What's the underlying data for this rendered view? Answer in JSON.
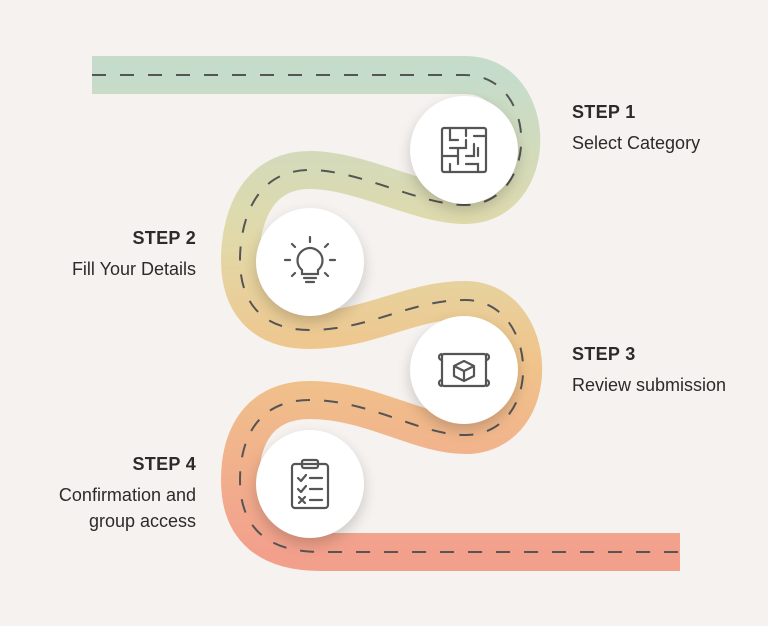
{
  "steps": [
    {
      "title": "STEP 1",
      "description": "Select Category",
      "icon": "maze-icon"
    },
    {
      "title": "STEP 2",
      "description": "Fill Your Details",
      "icon": "lightbulb-icon"
    },
    {
      "title": "STEP 3",
      "description": "Review submission",
      "icon": "blueprint-cube-icon"
    },
    {
      "title": "STEP 4",
      "description": "Confirmation and group access",
      "description_lines": [
        "Confirmation and",
        "group access"
      ],
      "icon": "clipboard-checklist-icon"
    }
  ],
  "colors": {
    "background": "#f6f2ef",
    "road_start": "#c5dccb",
    "road_mid": "#ecd9a4",
    "road_mid2": "#f1c38c",
    "road_end": "#f2a08c",
    "dash": "#555555",
    "icon_stroke": "#555555"
  }
}
